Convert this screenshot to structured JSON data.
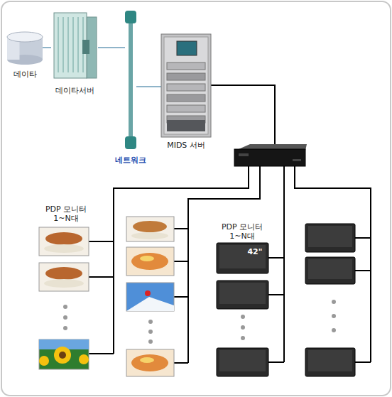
{
  "diagram": {
    "nodes": [
      {
        "text": [
          "데이타"
        ]
      },
      {
        "text": [
          "데이타서버"
        ]
      },
      {
        "text": [
          "네트워크"
        ]
      },
      {
        "text": [
          "MIDS 서버"
        ]
      }
    ],
    "edges": [
      {
        "from": 0,
        "to": 1,
        "arrow": "none"
      },
      {
        "from": 1,
        "to": 2,
        "arrow": "none"
      },
      {
        "from": 3,
        "to": 2,
        "arrow": "none"
      }
    ],
    "labels": [
      "PDP 모니터 1~N대",
      "PDP 모니터 1~N대",
      "42\""
    ]
  }
}
